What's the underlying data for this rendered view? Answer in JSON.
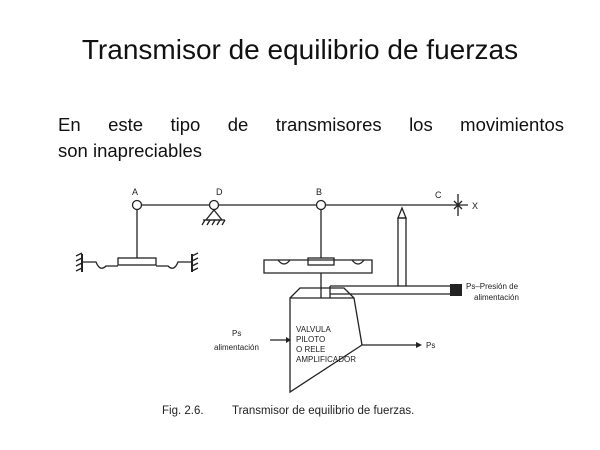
{
  "slide": {
    "title": "Transmisor de equilibrio de fuerzas",
    "body_line1": "En este tipo de transmisores los movimientos",
    "body_line2": "son inapreciables"
  },
  "figure": {
    "labels": {
      "a": "A",
      "d": "D",
      "b": "B",
      "c": "C",
      "x": "X",
      "ps_supply_right_1": "Ps–Presión de",
      "ps_supply_right_2": "alimentación",
      "ps_left": "Ps",
      "ps_left_2": "alimentación",
      "valve_1": "VALVULA",
      "valve_2": "PILOTO",
      "valve_3": "O RELE",
      "valve_4": "AMPLIFICADOR",
      "output": "Ps"
    },
    "caption_num": "Fig. 2.6.",
    "caption_text": "Transmisor de equilibrio de fuerzas."
  }
}
